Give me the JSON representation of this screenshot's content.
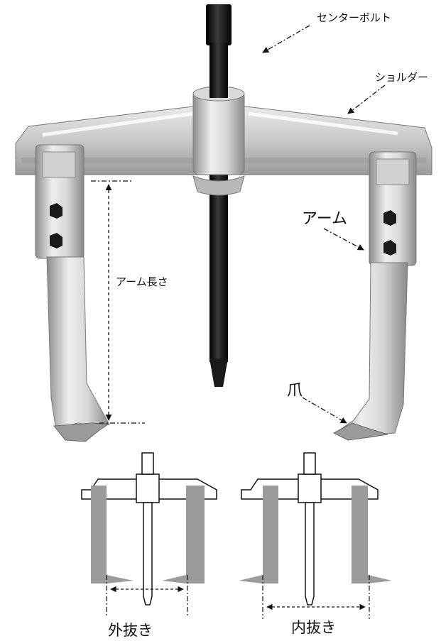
{
  "labels": {
    "center_bolt": "センターボルト",
    "shoulder": "ショルダー",
    "arm": "アーム",
    "arm_length": "アーム長さ",
    "claw": "爪",
    "outer_pull": "外抜き",
    "inner_pull": "内抜き"
  },
  "colors": {
    "metal_light": "#ececec",
    "metal_mid": "#bdbdbd",
    "metal_dark": "#8a8a8a",
    "bolt": "#1e1e1e",
    "diagram_arm": "#9b9b9b",
    "line": "#111111"
  }
}
